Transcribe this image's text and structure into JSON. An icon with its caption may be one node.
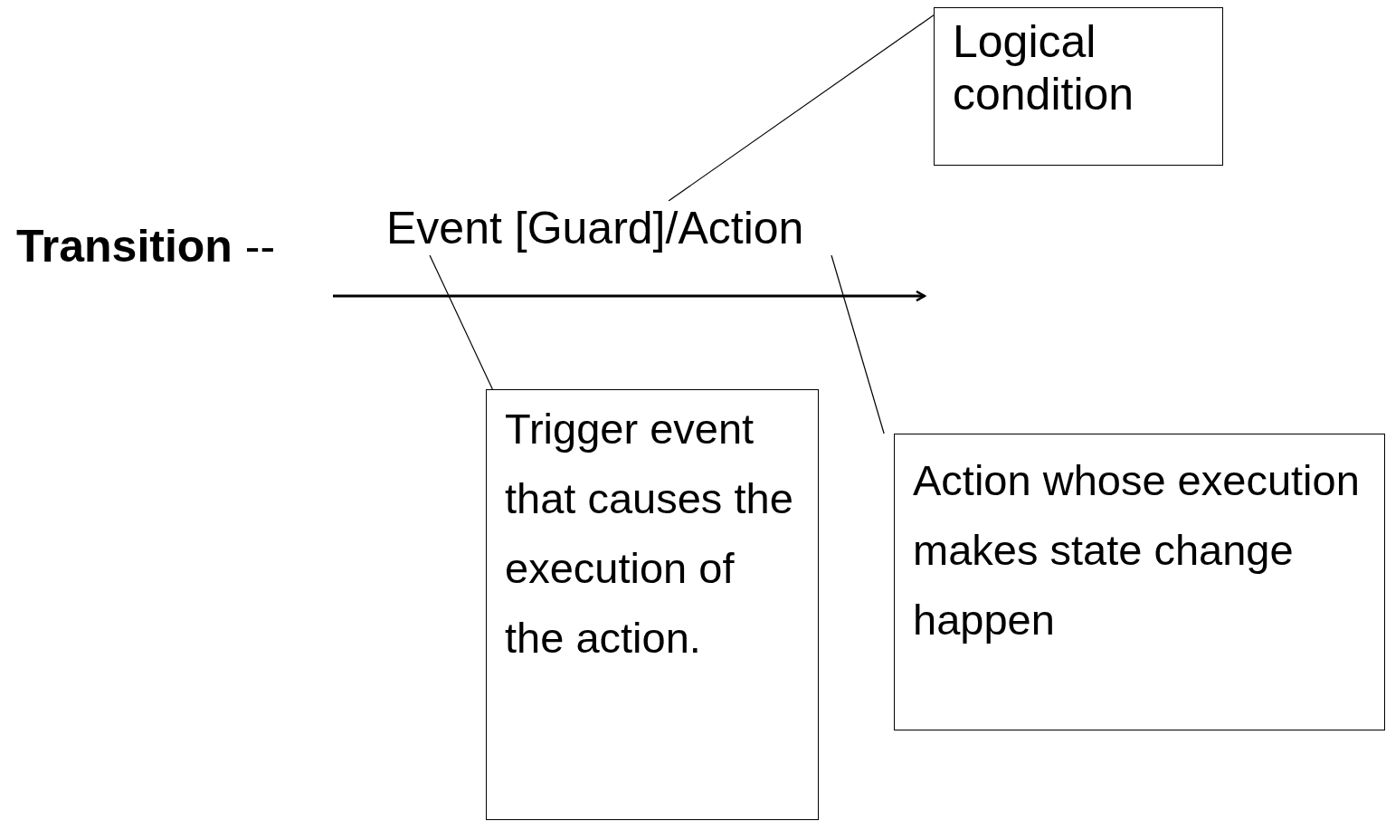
{
  "diagram": {
    "nodes": [
      {
        "text": [
          "Logical condition"
        ]
      },
      {
        "text": [
          "Event [Guard]/Action"
        ]
      },
      {
        "text": [
          "Trigger event that causes the execution of the action."
        ]
      },
      {
        "text": [
          "Action whose execution makes state change happen"
        ]
      }
    ],
    "edges": [
      {
        "from": 0,
        "to": 1,
        "arrow": "none"
      },
      {
        "from": 2,
        "to": 1,
        "arrow": "none"
      },
      {
        "from": 3,
        "to": 1,
        "arrow": "none"
      }
    ],
    "labels": [
      "**Transition** --"
    ]
  }
}
